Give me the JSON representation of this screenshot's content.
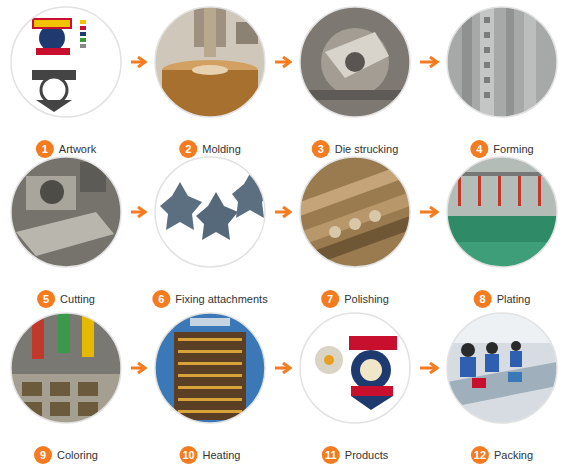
{
  "diagram": {
    "nodes": [
      {
        "text": [
          "1",
          "Artwork"
        ]
      },
      {
        "text": [
          "2",
          "Molding"
        ]
      },
      {
        "text": [
          "3",
          "Die strucking"
        ]
      },
      {
        "text": [
          "4",
          "Forming"
        ]
      },
      {
        "text": [
          "5",
          "Cutting"
        ]
      },
      {
        "text": [
          "6",
          "Fixing attachments"
        ]
      },
      {
        "text": [
          "7",
          "Polishing"
        ]
      },
      {
        "text": [
          "8",
          "Plating"
        ]
      },
      {
        "text": [
          "9",
          "Coloring"
        ]
      },
      {
        "text": [
          "10",
          "Heating"
        ]
      },
      {
        "text": [
          "11",
          "Products"
        ]
      },
      {
        "text": [
          "12",
          "Packing"
        ]
      }
    ],
    "edges": [
      {
        "from": 0,
        "to": 1,
        "arrow": "to"
      },
      {
        "from": 1,
        "to": 2,
        "arrow": "to"
      },
      {
        "from": 2,
        "to": 3,
        "arrow": "to"
      },
      {
        "from": 4,
        "to": 5,
        "arrow": "to"
      },
      {
        "from": 5,
        "to": 6,
        "arrow": "to"
      },
      {
        "from": 6,
        "to": 7,
        "arrow": "to"
      },
      {
        "from": 8,
        "to": 9,
        "arrow": "to"
      },
      {
        "from": 9,
        "to": 10,
        "arrow": "to"
      },
      {
        "from": 10,
        "to": 11,
        "arrow": "to"
      }
    ]
  }
}
